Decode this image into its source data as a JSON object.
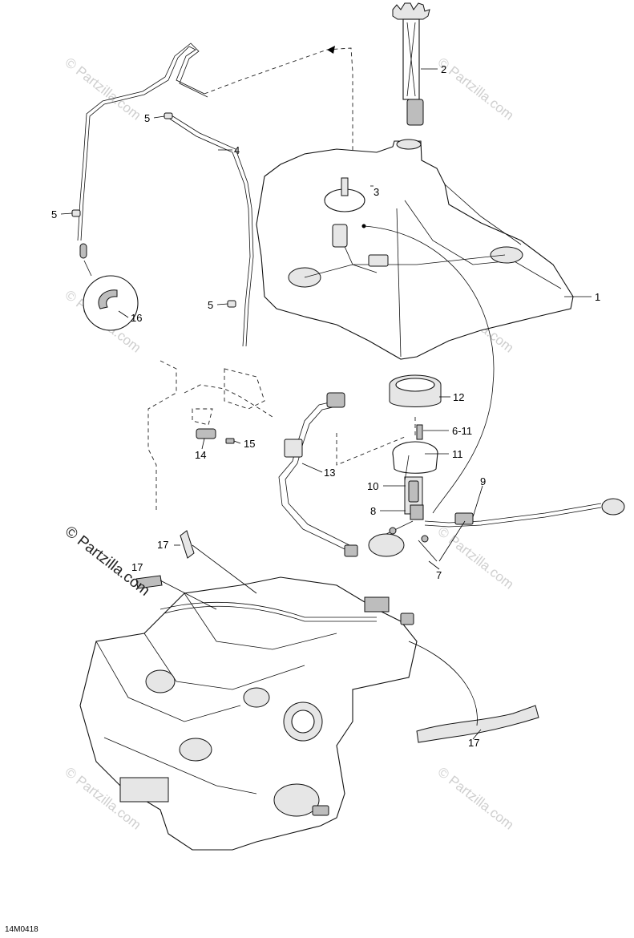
{
  "diagram": {
    "reference_code": "14M0418",
    "watermark": "© Partzilla.com",
    "callouts": {
      "c1": "1",
      "c2": "2",
      "c3": "3",
      "c4": "4",
      "c5a": "5",
      "c5b": "5",
      "c5c": "5",
      "c6_11": "6-11",
      "c7": "7",
      "c8": "8",
      "c9": "9",
      "c10": "10",
      "c11": "11",
      "c12": "12",
      "c13": "13",
      "c14": "14",
      "c15": "15",
      "c16": "16",
      "c17a": "17",
      "c17b": "17",
      "c17c": "17"
    }
  }
}
